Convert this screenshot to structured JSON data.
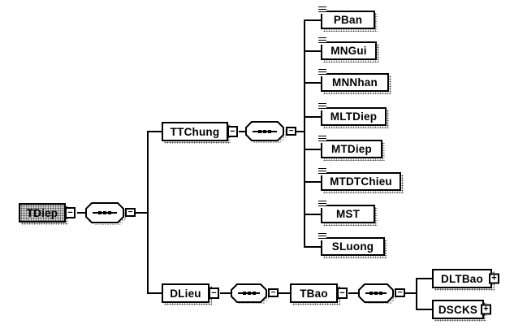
{
  "glyphs": {
    "collapse": "−",
    "expand": "+"
  },
  "icons": {
    "sequence_compositor": "three-dots-sequence-icon",
    "text_content": "text-lines-icon"
  },
  "colors": {
    "line": "#000000",
    "background": "#ffffff",
    "root_fill": "#cfcfcf"
  },
  "schema": {
    "root": {
      "label": "TDiep"
    },
    "branches": [
      {
        "label": "TTChung"
      },
      {
        "label": "DLieu"
      }
    ],
    "leaves": [
      {
        "label": "PBan"
      },
      {
        "label": "MNGui"
      },
      {
        "label": "MNNhan"
      },
      {
        "label": "MLTDiep"
      },
      {
        "label": "MTDiep"
      },
      {
        "label": "MTDTChieu"
      },
      {
        "label": "MST"
      },
      {
        "label": "SLuong"
      }
    ],
    "dlieu_child": {
      "label": "TBao"
    },
    "tbao_children": [
      {
        "label": "DLTBao"
      },
      {
        "label": "DSCKS"
      }
    ]
  }
}
